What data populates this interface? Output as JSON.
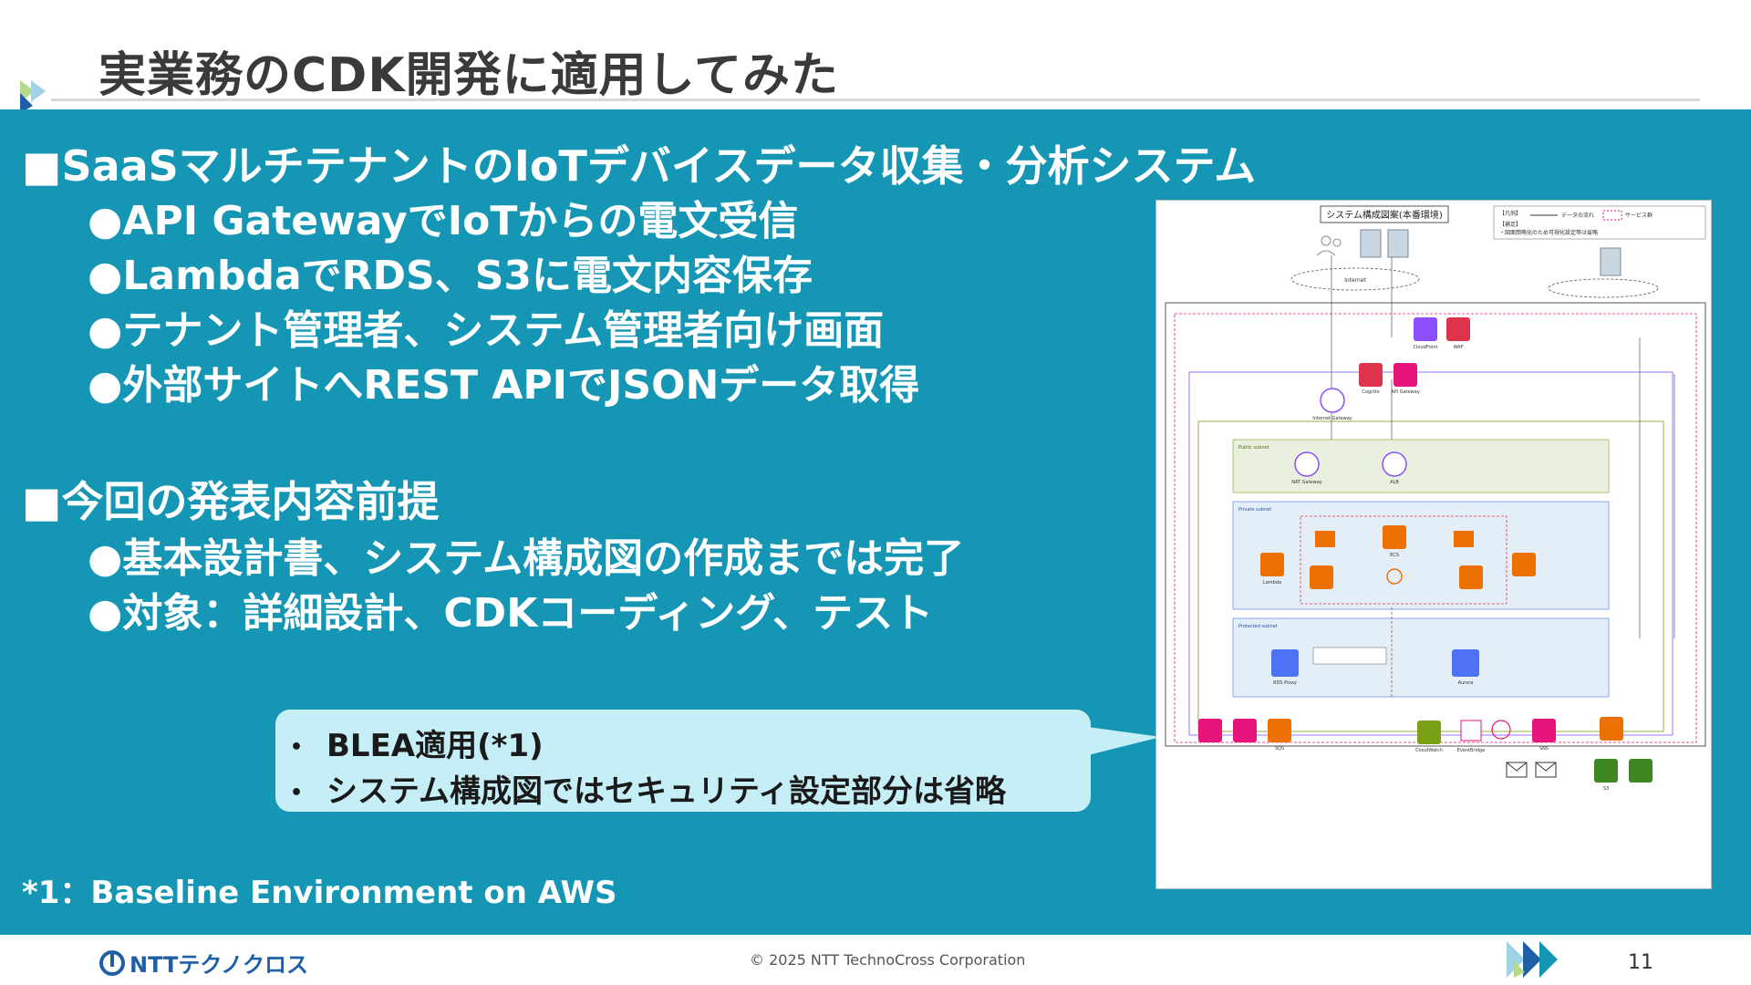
{
  "title": "実業務のCDK開発に適用してみた",
  "sections": [
    {
      "heading": "■SaaSマルチテナントのIoTデバイスデータ収集・分析システム",
      "bullets": [
        "●API GatewayでIoTからの電文受信",
        "●LambdaでRDS、S3に電文内容保存",
        "●テナント管理者、システム管理者向け画面",
        "●外部サイトへREST APIでJSONデータ取得"
      ]
    },
    {
      "heading": "■今回の発表内容前提",
      "bullets": [
        "●基本設計書、システム構成図の作成までは完了",
        "●対象：詳細設計、CDKコーディング、テスト"
      ]
    }
  ],
  "callout": {
    "bullet_glyph": "•",
    "items": [
      "BLEA適用(*1)",
      "システム構成図ではセキュリティ設定部分は省略"
    ]
  },
  "diagram": {
    "title": "システム構成図案(本番環境)",
    "legend_title": "【凡例】",
    "legend_data_flow": "データの流れ",
    "legend_service": "サービス群",
    "legend_note_title": "【補足】",
    "legend_note": "・図面簡略化のため可視化設定等は省略",
    "internet": "Internet",
    "cloudfront": "CloudFront",
    "waf": "WAF",
    "cognito": "Cognito",
    "api_gateway": "API Gateway",
    "internet_gateway": "Internet Gateway",
    "nat_gateway": "NAT Gateway",
    "alb": "ALB",
    "ecs": "ECS",
    "lambda": "Lambda",
    "rds_proxy": "RDS Proxy",
    "aurora": "Aurora",
    "s3": "S3",
    "sqs": "SQS",
    "sns": "SNS",
    "eventbridge": "EventBridge",
    "cloudwatch": "CloudWatch",
    "sections": {
      "public_subnet": "Public subnet",
      "private_subnet": "Private subnet",
      "protected_subnet": "Protected subnet"
    },
    "colors": {
      "purple": "#8c4fff",
      "red": "#dd344c",
      "pink": "#e7157b",
      "orange": "#ed7100",
      "blue": "#4d72f3",
      "green": "#7aa116",
      "s3green": "#3f8624"
    }
  },
  "footnote": "*1：Baseline Environment on AWS",
  "footer": {
    "logo_text": "NTTテクノクロス",
    "copyright": "© 2025 NTT TechnoCross Corporation",
    "page_number": "11"
  },
  "colors": {
    "teal_background": "#1496b4",
    "callout_background": "#c6eef7",
    "title_text": "#3a3a3a",
    "logo_blue": "#1f5fa8"
  }
}
